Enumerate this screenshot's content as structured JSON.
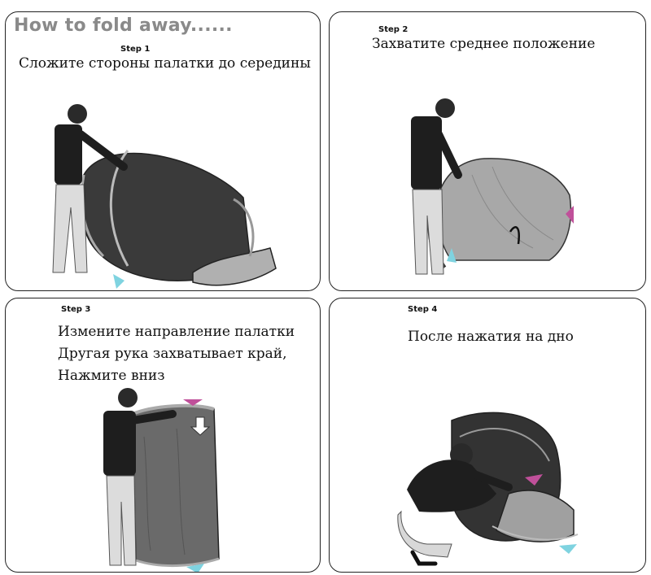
{
  "heading": "How to fold away......",
  "panels": [
    {
      "step": "Step 1",
      "lines": [
        "Сложите стороны палатки до середины"
      ]
    },
    {
      "step": "Step 2",
      "lines": [
        "Захватите среднее положение"
      ]
    },
    {
      "step": "Step 3",
      "lines": [
        "Измените направление палатки",
        "Другая рука захватывает край,",
        "Нажмите вниз"
      ]
    },
    {
      "step": "Step 4",
      "lines": [
        "После нажатия на дно"
      ]
    }
  ],
  "colors": {
    "tent_dark": "#3a3a3a",
    "tent_light": "#a8a8a8",
    "arrow_cyan": "#7fd3e0",
    "arrow_magenta": "#c0509a"
  }
}
